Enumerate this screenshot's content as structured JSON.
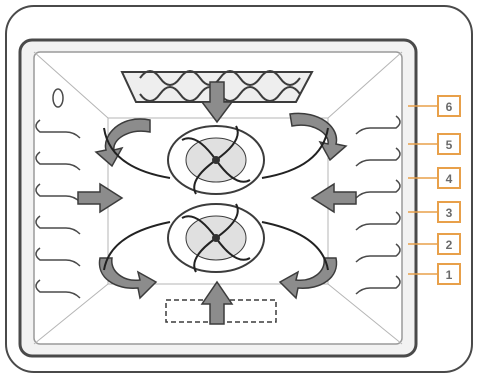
{
  "diagram": {
    "subject": "oven-cavity-airflow",
    "shelf_levels": [
      "1",
      "2",
      "3",
      "4",
      "5",
      "6"
    ],
    "colors": {
      "outline": "#4a4a4a",
      "arrow_fill": "#8c8c8c",
      "arrow_stroke": "#3c3c3c",
      "label_border": "#e8a04a",
      "label_text": "#6b6b6b",
      "leader_line": "#e8a04a",
      "cavity_inner": "#ffffff",
      "cavity_frame": "#9a9a9a"
    },
    "icons": [
      "top-heating-element-icon",
      "upper-fan-icon",
      "lower-fan-icon",
      "bottom-heating-element-icon",
      "airflow-arrow-icon",
      "shelf-support-icon"
    ]
  }
}
